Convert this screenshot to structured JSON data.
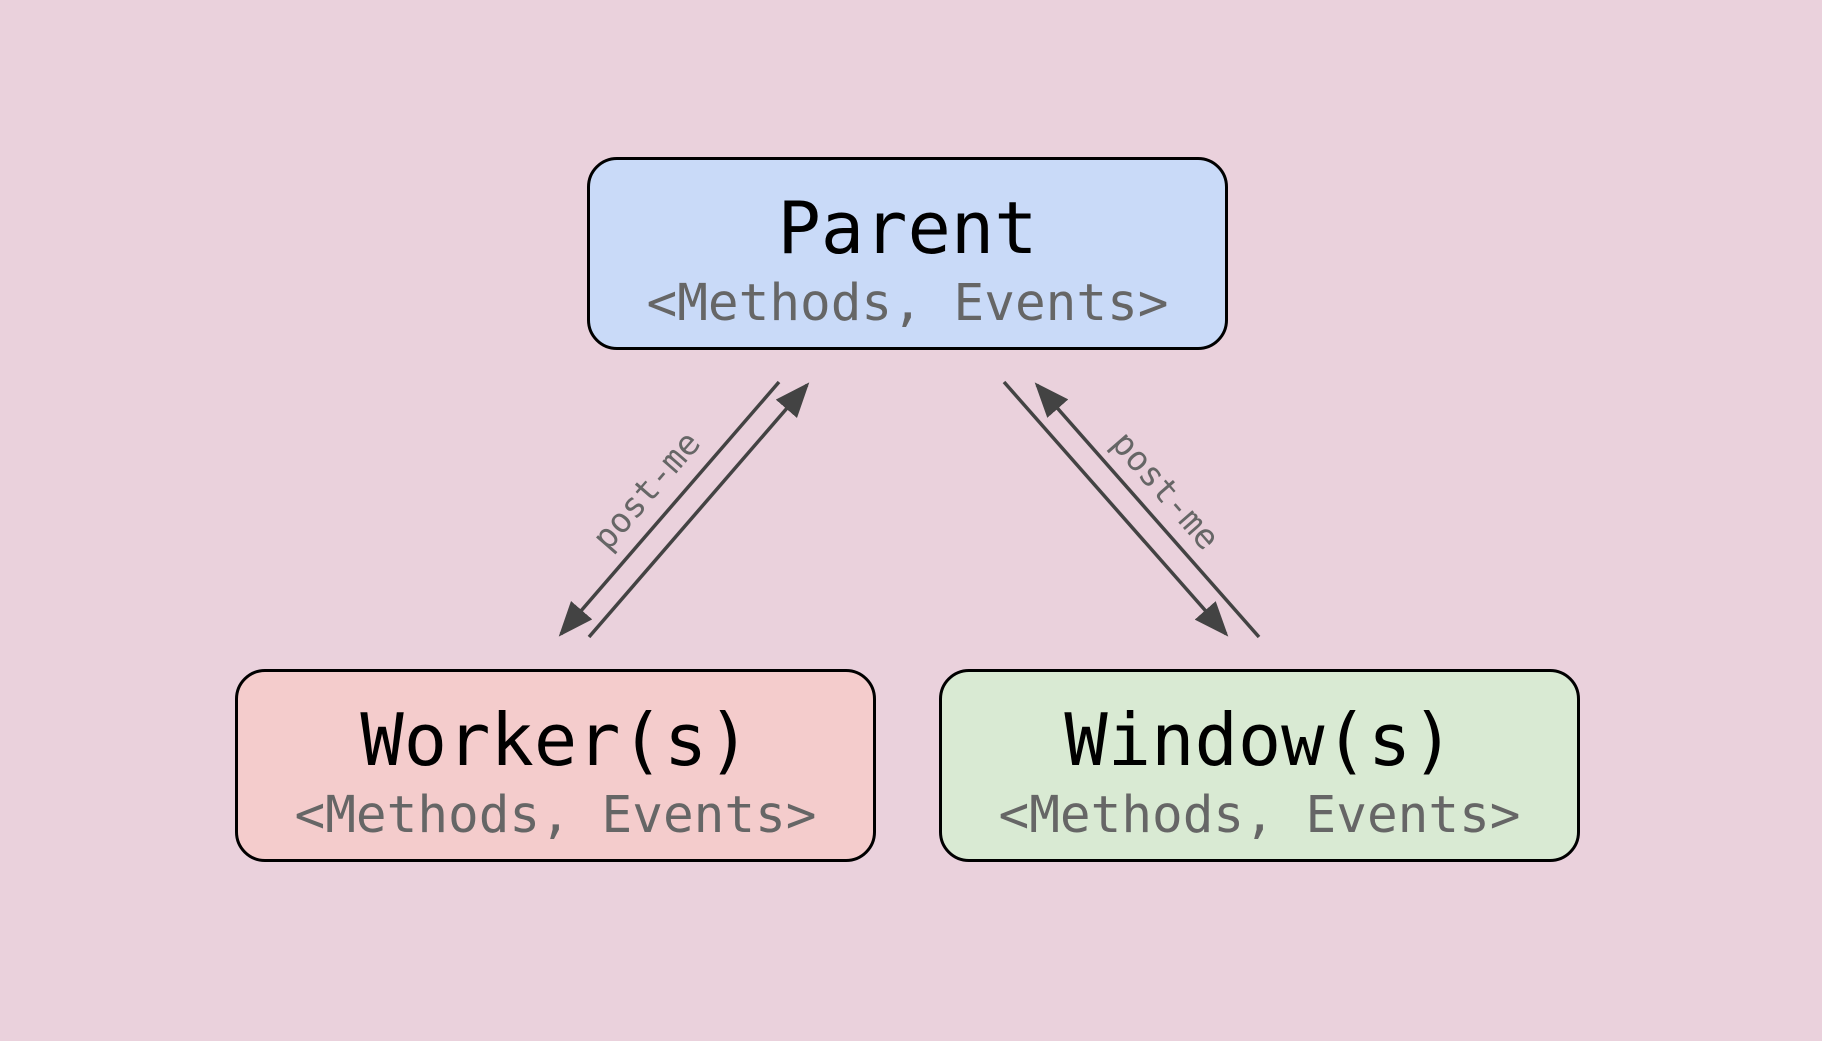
{
  "nodes": {
    "parent": {
      "title": "Parent",
      "subtitle": "<Methods, Events>",
      "color": "#c9daf8"
    },
    "worker": {
      "title": "Worker(s)",
      "subtitle": "<Methods, Events>",
      "color": "#f4cccc"
    },
    "window": {
      "title": "Window(s)",
      "subtitle": "<Methods, Events>",
      "color": "#d9ead3"
    }
  },
  "edges": {
    "left_label": "post-me",
    "right_label": "post-me"
  },
  "colors": {
    "background": "#ead1dc",
    "arrow": "#434343",
    "label": "#666666",
    "border": "#000000"
  }
}
